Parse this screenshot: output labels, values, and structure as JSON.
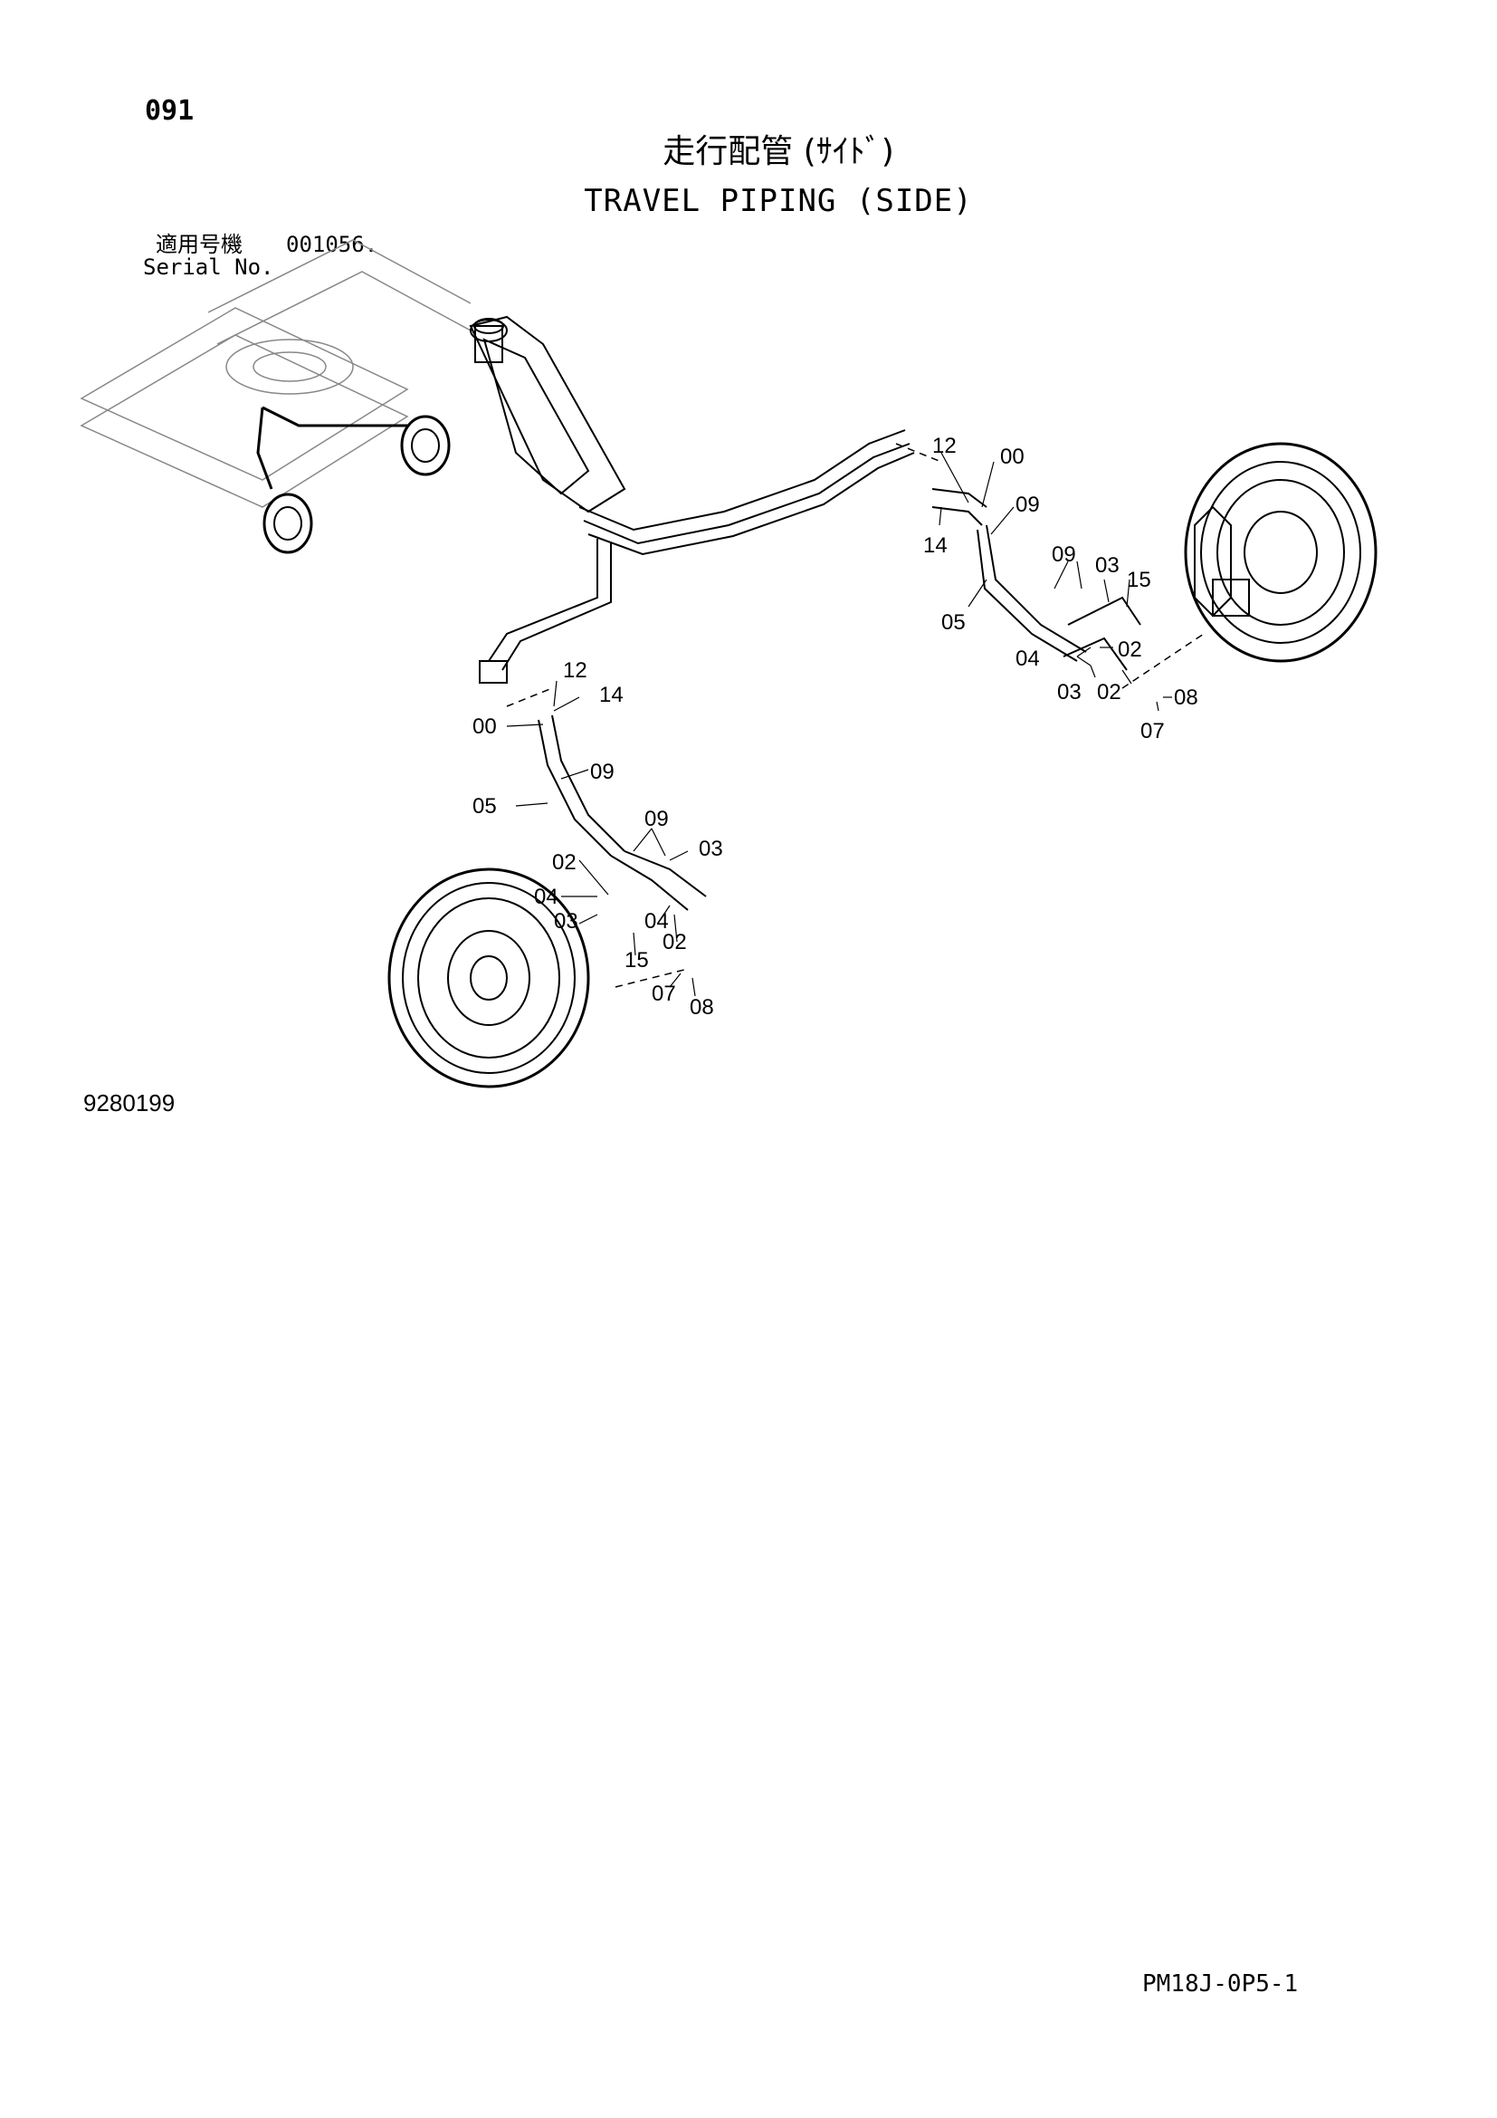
{
  "header": {
    "page_number": "091",
    "title_jp": "走行配管 (ｻｲﾄﾞ)",
    "title_en": "TRAVEL PIPING (SIDE)",
    "serial_label_jp": "適用号機",
    "serial_value": "001056.",
    "serial_label_en": "Serial No."
  },
  "diagram": {
    "callouts": [
      "12",
      "00",
      "09",
      "14",
      "09",
      "03",
      "15",
      "05",
      "02",
      "04",
      "03",
      "02",
      "08",
      "07",
      "12",
      "14",
      "00",
      "09",
      "05",
      "09",
      "03",
      "02",
      "04",
      "03",
      "04",
      "02",
      "15",
      "07",
      "08"
    ]
  },
  "footer": {
    "figure_number": "9280199",
    "page_code": "PM18J-0P5-1"
  }
}
